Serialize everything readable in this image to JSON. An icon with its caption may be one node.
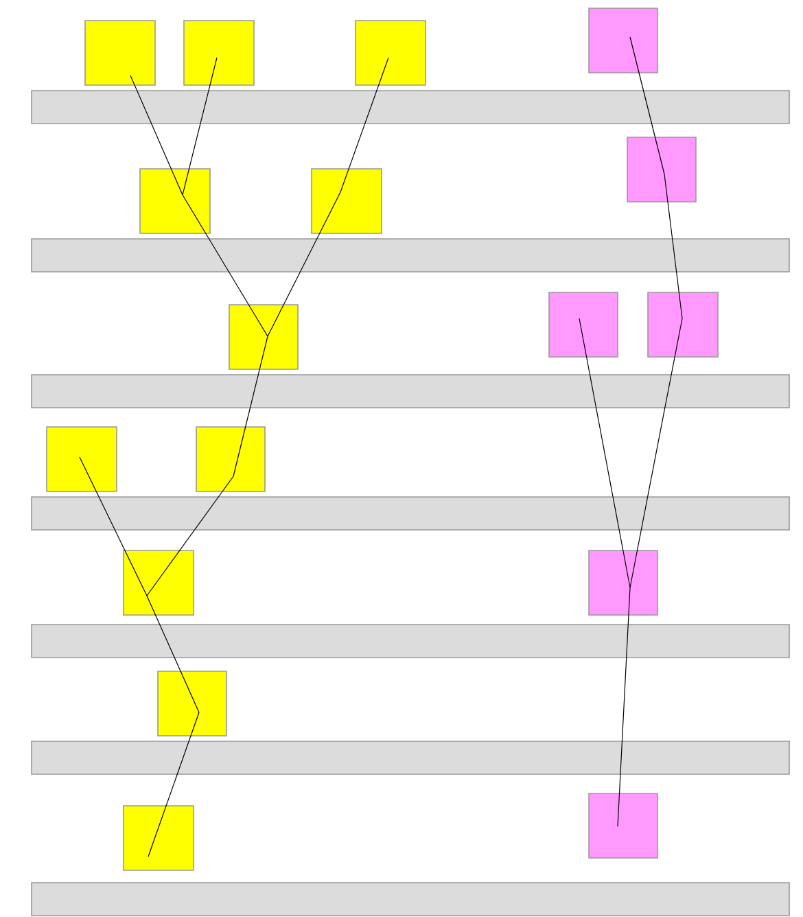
{
  "diagram": {
    "nodes": [
      {
        "text": [],
        "shape": "box"
      },
      {
        "text": [],
        "shape": "box"
      },
      {
        "text": [],
        "shape": "box"
      },
      {
        "text": [],
        "shape": "box"
      },
      {
        "text": [],
        "shape": "box"
      },
      {
        "text": [],
        "shape": "box"
      },
      {
        "text": [],
        "shape": "box"
      },
      {
        "text": [],
        "shape": "box"
      },
      {
        "text": [],
        "shape": "box"
      },
      {
        "text": [],
        "shape": "box"
      },
      {
        "text": [],
        "shape": "box"
      },
      {
        "text": [],
        "shape": "box"
      },
      {
        "text": [],
        "shape": "box"
      },
      {
        "text": [],
        "shape": "box"
      },
      {
        "text": [],
        "shape": "box"
      },
      {
        "text": [],
        "shape": "box"
      },
      {
        "text": [],
        "shape": "box"
      }
    ],
    "edges": [
      {
        "from": 0,
        "to": 4,
        "arrow": "none"
      },
      {
        "from": 1,
        "to": 4,
        "arrow": "none"
      },
      {
        "from": 4,
        "to": 7,
        "arrow": "none"
      },
      {
        "from": 2,
        "to": 5,
        "arrow": "none"
      },
      {
        "from": 5,
        "to": 7,
        "arrow": "none"
      },
      {
        "from": 7,
        "to": 11,
        "arrow": "none"
      },
      {
        "from": 11,
        "to": 12,
        "arrow": "none"
      },
      {
        "from": 10,
        "to": 12,
        "arrow": "none"
      },
      {
        "from": 12,
        "to": 14,
        "arrow": "none"
      },
      {
        "from": 14,
        "to": 15,
        "arrow": "none"
      },
      {
        "from": 3,
        "to": 6,
        "arrow": "none"
      },
      {
        "from": 6,
        "to": 9,
        "arrow": "none"
      },
      {
        "from": 9,
        "to": 13,
        "arrow": "none"
      },
      {
        "from": 8,
        "to": 13,
        "arrow": "none"
      },
      {
        "from": 13,
        "to": 16,
        "arrow": "none"
      }
    ]
  }
}
